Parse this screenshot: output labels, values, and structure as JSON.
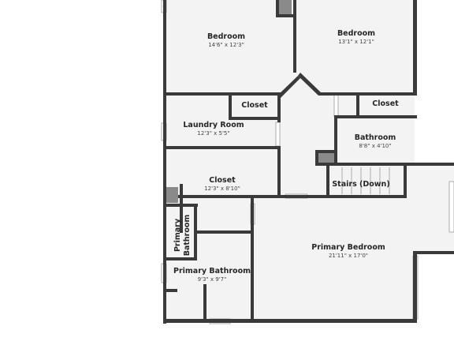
{
  "rooms": {
    "bedroom_1": {
      "name": "Bedroom",
      "dims": "14'6\" x 12'3\""
    },
    "bedroom_2": {
      "name": "Bedroom",
      "dims": "13'1\" x 12'1\""
    },
    "closet_1": {
      "name": "Closet"
    },
    "closet_2": {
      "name": "Closet"
    },
    "laundry": {
      "name": "Laundry Room",
      "dims": "12'3\" x 5'5\""
    },
    "bathroom": {
      "name": "Bathroom",
      "dims": "8'8\" x 4'10\""
    },
    "closet_3": {
      "name": "Closet",
      "dims": "12'3\" x 8'10\""
    },
    "stairs": {
      "name": "Stairs (Down)"
    },
    "primary_bath_small": {
      "name_line1": "Primary",
      "name_line2": "Bathroom"
    },
    "primary_bath": {
      "name": "Primary Bathroom",
      "dims": "9'3\" x 9'7\""
    },
    "primary_bed": {
      "name": "Primary Bedroom",
      "dims": "21'11\" x 17'0\""
    }
  },
  "colors": {
    "wall": "#3a3a3a",
    "floor": "#f3f3f3",
    "background": "#ffffff"
  }
}
